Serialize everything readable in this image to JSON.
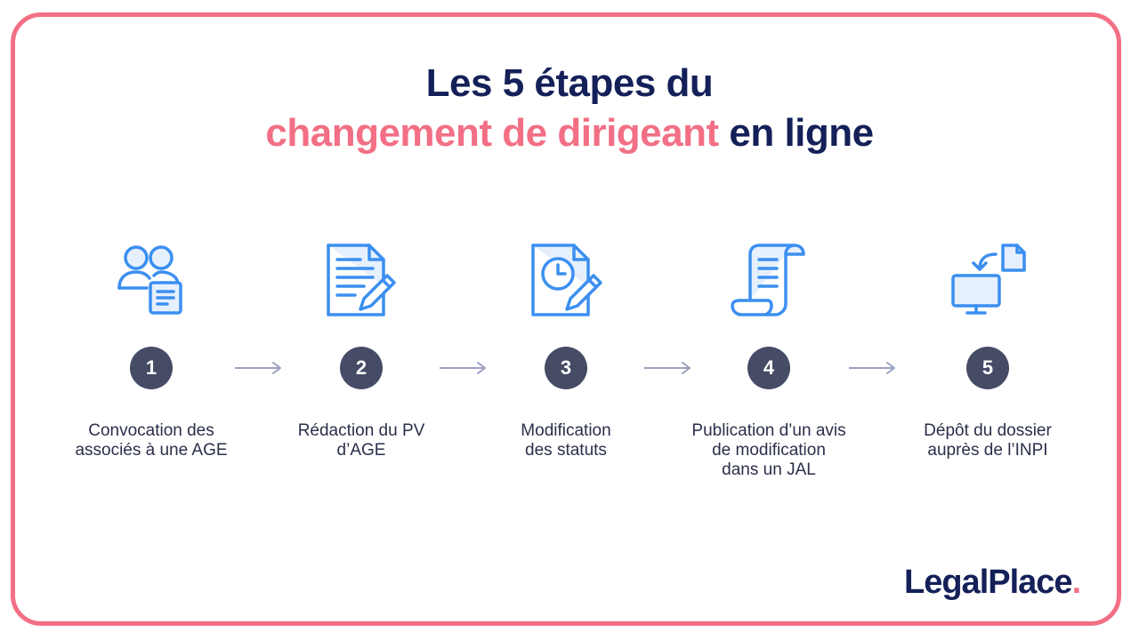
{
  "title": {
    "line1": "Les 5 étapes du",
    "line2_highlight": "changement de dirigeant",
    "line2_rest": " en ligne"
  },
  "steps": [
    {
      "number": "1",
      "label": "Convocation des\nassociés à une AGE",
      "icon": "people-document-icon"
    },
    {
      "number": "2",
      "label": "Rédaction du PV\nd’AGE",
      "icon": "document-pen-icon"
    },
    {
      "number": "3",
      "label": "Modification\ndes statuts",
      "icon": "document-clock-pen-icon"
    },
    {
      "number": "4",
      "label": "Publication d’un avis\nde modification\ndans un JAL",
      "icon": "scroll-icon"
    },
    {
      "number": "5",
      "label": "Dépôt du dossier\nauprès de l’INPI",
      "icon": "monitor-upload-document-icon"
    }
  ],
  "brand": {
    "name": "LegalPlace",
    "dot": "."
  },
  "colors": {
    "navy": "#142058",
    "pink": "#f26f85",
    "icon_blue": "#3b8ff0",
    "icon_fill": "#e6f0fd",
    "badge": "#464b66",
    "arrow": "#9ba0bf"
  }
}
